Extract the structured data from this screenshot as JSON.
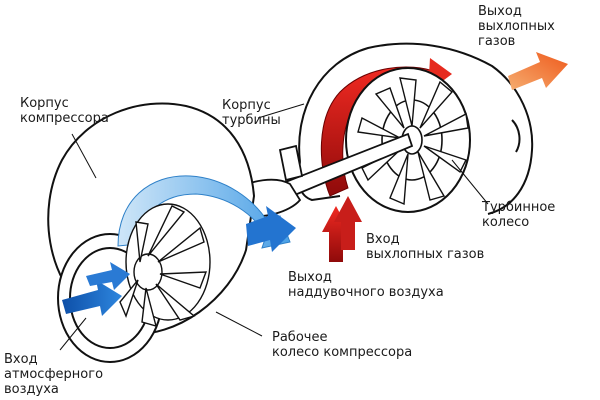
{
  "labels": {
    "exhaust_out": {
      "line1": "Выход",
      "line2": "выхлопных",
      "line3": "газов"
    },
    "compressor_housing": {
      "line1": "Корпус",
      "line2": "компрессора"
    },
    "turbine_housing": {
      "line1": "Корпус",
      "line2": "турбины"
    },
    "turbine_wheel": {
      "line1": "Турбинное",
      "line2": "колесо"
    },
    "exhaust_in": {
      "line1": "Вход",
      "line2": "выхлопных газов"
    },
    "boost_air_out": {
      "line1": "Выход",
      "line2": "наддувочного воздуха"
    },
    "compressor_wheel": {
      "line1": "Рабочее",
      "line2": "колесо компрессора"
    },
    "air_in": {
      "line1": "Вход",
      "line2": "атмосферного",
      "line3": "воздуха"
    }
  },
  "colors": {
    "hot_gas": "#e0201e",
    "exhaust_arrow": "#f26a22",
    "cold_air": "#1a6fd1",
    "air_flow": "#6fb6ec",
    "outline": "#111111"
  }
}
